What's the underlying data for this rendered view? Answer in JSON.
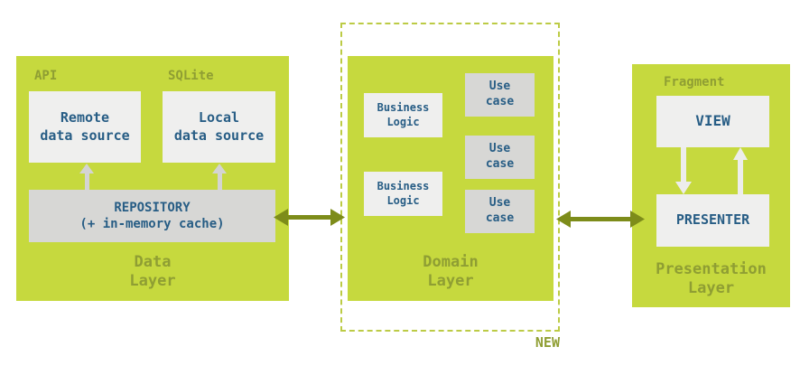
{
  "colors": {
    "lime": "#c6d93e",
    "olive_label": "#8f9e33",
    "arrow_olive": "#7d8c1a",
    "dash_border": "#bccb45",
    "blue_text": "#275d85",
    "box_white": "#efefee",
    "box_gray": "#d7d7d5",
    "arrow_gray": "#d4d4d2",
    "arrow_white": "#ededeb",
    "background": "#ffffff"
  },
  "data_layer": {
    "api_label": "API",
    "sqlite_label": "SQLite",
    "remote": {
      "line1": "Remote",
      "line2": "data source"
    },
    "local": {
      "line1": "Local",
      "line2": "data source"
    },
    "repository": {
      "line1": "REPOSITORY",
      "line2": "(+ in-memory cache)"
    },
    "title": {
      "line1": "Data",
      "line2": "Layer"
    }
  },
  "domain_layer": {
    "business_logic": [
      {
        "line1": "Business",
        "line2": "Logic"
      },
      {
        "line1": "Business",
        "line2": "Logic"
      }
    ],
    "use_cases": [
      {
        "line1": "Use",
        "line2": "case"
      },
      {
        "line1": "Use",
        "line2": "case"
      },
      {
        "line1": "Use",
        "line2": "case"
      }
    ],
    "title": {
      "line1": "Domain",
      "line2": "Layer"
    },
    "new_label": "NEW"
  },
  "presentation_layer": {
    "fragment_label": "Fragment",
    "view_label": "VIEW",
    "presenter_label": "PRESENTER",
    "title": {
      "line1": "Presentation",
      "line2": "Layer"
    }
  }
}
